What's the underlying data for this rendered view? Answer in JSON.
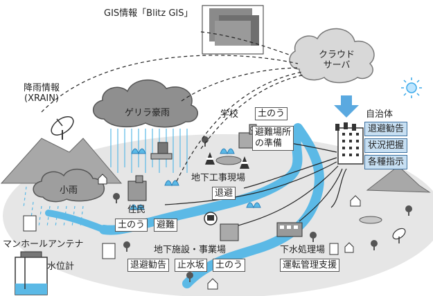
{
  "gis_label": "GIS情報「Blitz GIS」",
  "cloud_server": {
    "line1": "クラウド",
    "line2": "サーバ"
  },
  "rain_info": {
    "line1": "降雨情報",
    "line2": "(XRAIN)"
  },
  "guerrilla_rain": "ゲリラ豪雨",
  "light_rain": "小雨",
  "school": {
    "label": "学校",
    "tag": "土のう",
    "evac_line1": "避難場所",
    "evac_line2": "の準備"
  },
  "municipality": {
    "label": "自治体",
    "actions": [
      "退避勧告",
      "状況把握",
      "各種指示"
    ]
  },
  "underground_site": {
    "label": "地下工事現場",
    "tag": "退避"
  },
  "residents": {
    "label": "住民",
    "tags": [
      "土のう",
      "避難"
    ]
  },
  "manhole_antenna": "マンホールアンテナ",
  "water_gauge": "水位計",
  "underground_facility": {
    "label": "地下施設・事業場",
    "tags": [
      "退避勧告",
      "止水坂",
      "土のう"
    ]
  },
  "sewage_plant": {
    "label": "下水処理場",
    "tag": "運転管理支援"
  },
  "colors": {
    "blue_box": "#c7dff2",
    "river": "#5bb9e6",
    "ground": "#e6e6e6",
    "arrow_blue": "#5aa9e0"
  }
}
